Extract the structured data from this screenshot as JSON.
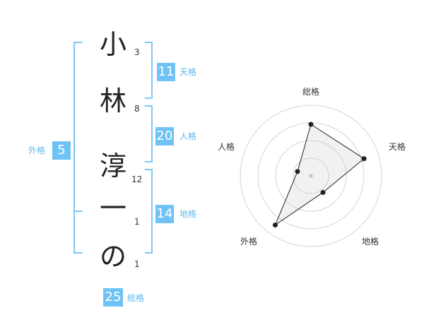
{
  "name_chars": [
    "小",
    "林",
    "淳",
    "一",
    "の"
  ],
  "strokes": [
    "3",
    "8",
    "12",
    "1",
    "1"
  ],
  "kaku": {
    "tenkaku": {
      "label": "天格",
      "value": "11"
    },
    "jinkaku": {
      "label": "人格",
      "value": "20"
    },
    "chikaku": {
      "label": "地格",
      "value": "14"
    },
    "gaikaku": {
      "label": "外格",
      "value": "5"
    },
    "soukaku": {
      "label": "総格",
      "value": "25"
    }
  },
  "chart_data": {
    "type": "radar",
    "axes": [
      "総格",
      "天格",
      "地格",
      "外格",
      "人格"
    ],
    "values": [
      0.73,
      0.79,
      0.29,
      0.86,
      0.2
    ],
    "range": [
      0,
      1
    ],
    "rings": 4
  },
  "colors": {
    "accent": "#6ec3f4",
    "label": "#5bb8ef",
    "line": "#7cc8f5"
  }
}
